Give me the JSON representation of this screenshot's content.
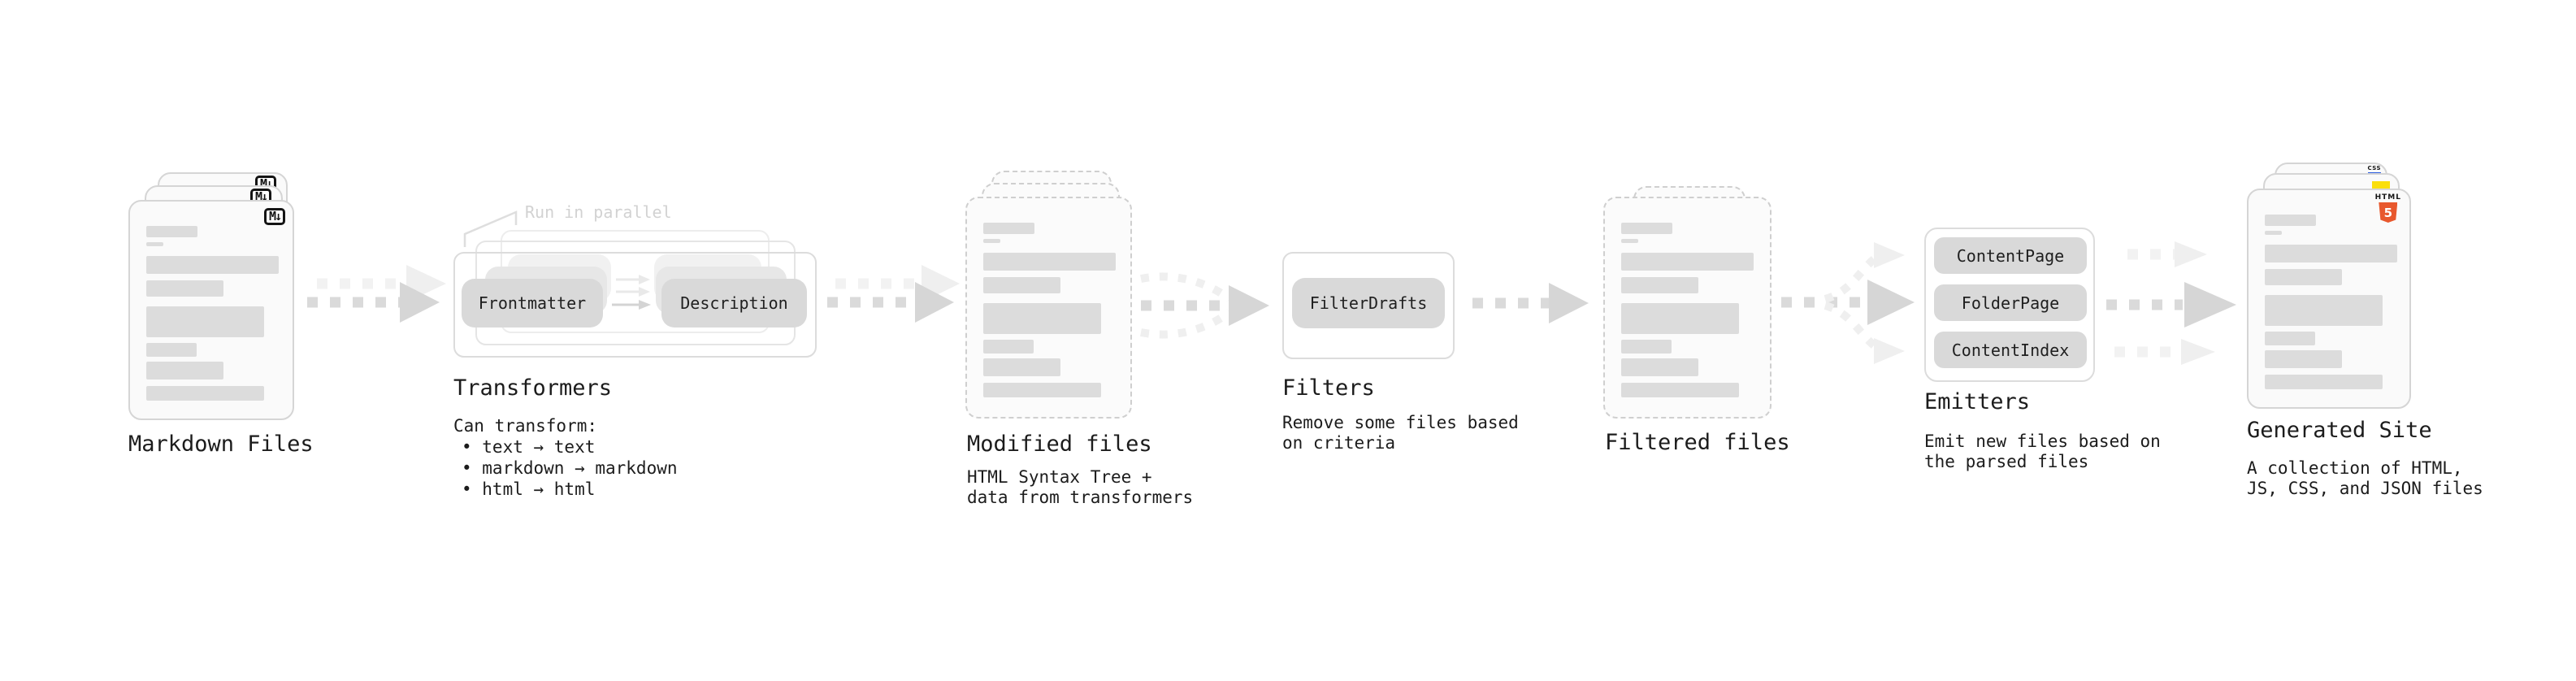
{
  "nodes": {
    "markdown_files": {
      "label": "Markdown Files",
      "badge": "M↓"
    },
    "transformers": {
      "label": "Transformers",
      "annotation": "Run in parallel",
      "pill_left": "Frontmatter",
      "pill_right": "Description",
      "desc_title": "Can transform:",
      "bullets": [
        "• text → text",
        "• markdown → markdown",
        "• html → html"
      ]
    },
    "modified_files": {
      "label": "Modified files",
      "desc": "HTML Syntax Tree +\ndata from transformers"
    },
    "filters": {
      "label": "Filters",
      "pill": "FilterDrafts",
      "desc": "Remove some files based\non criteria"
    },
    "filtered_files": {
      "label": "Filtered files"
    },
    "emitters": {
      "label": "Emitters",
      "pills": [
        "ContentPage",
        "FolderPage",
        "ContentIndex"
      ],
      "desc": "Emit new files based on\nthe parsed files"
    },
    "generated_site": {
      "label": "Generated Site",
      "desc": "A collection of HTML,\nJS, CSS, and JSON files",
      "html5_word": "HTML",
      "html5_number": "5",
      "css_word": "CSS"
    }
  },
  "colors": {
    "html5_orange": "#e8582d",
    "js_yellow": "#fadf0c",
    "css_blue": "#2b5ce0",
    "pill_gray": "#d9d9d9",
    "skeleton_gray": "#dcdcdc"
  }
}
